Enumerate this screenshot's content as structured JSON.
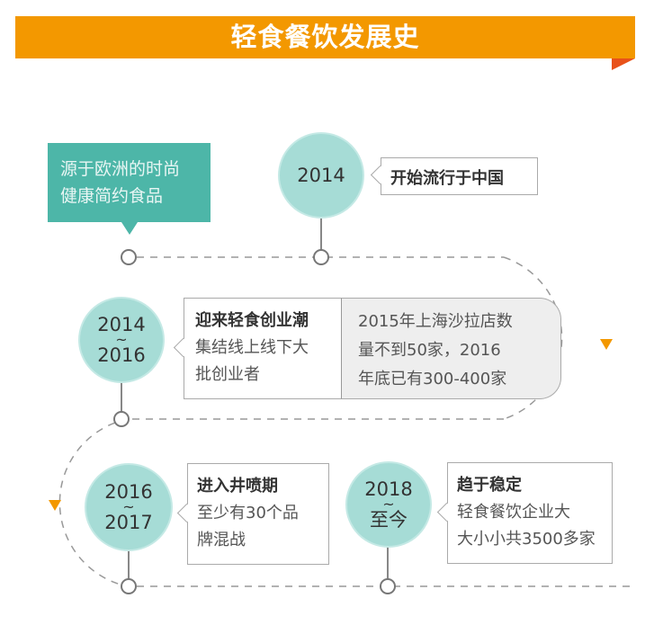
{
  "header": {
    "title": "轻食餐饮发展史"
  },
  "colors": {
    "banner": "#f39800",
    "fold": "#e8521a",
    "teal_box": "#4db6a8",
    "circle": "#a6dcd6",
    "arrow": "#f39800"
  },
  "origin": {
    "line1": "源于欧洲的时尚",
    "line2": "健康简约食品"
  },
  "milestones": [
    {
      "year_start": "2014",
      "card": {
        "title": "开始流行于中国"
      }
    },
    {
      "year_start": "2014",
      "tilde": "~",
      "year_end": "2016",
      "card": {
        "title": "迎来轻食创业潮",
        "line1": "集结线上线下大",
        "line2": "批创业者"
      },
      "note": {
        "line1": "2015年上海沙拉店数",
        "line2": "量不到50家，2016",
        "line3": "年底已有300-400家"
      }
    },
    {
      "year_start": "2016",
      "tilde": "~",
      "year_end": "2017",
      "card": {
        "title": "进入井喷期",
        "line1": "至少有30个品",
        "line2": "牌混战"
      }
    },
    {
      "year_start": "2018",
      "tilde": "~",
      "year_end": "至今",
      "card": {
        "title": "趋于稳定",
        "line1": "轻食餐饮企业大",
        "line2": "大小小共3500多家"
      }
    }
  ]
}
